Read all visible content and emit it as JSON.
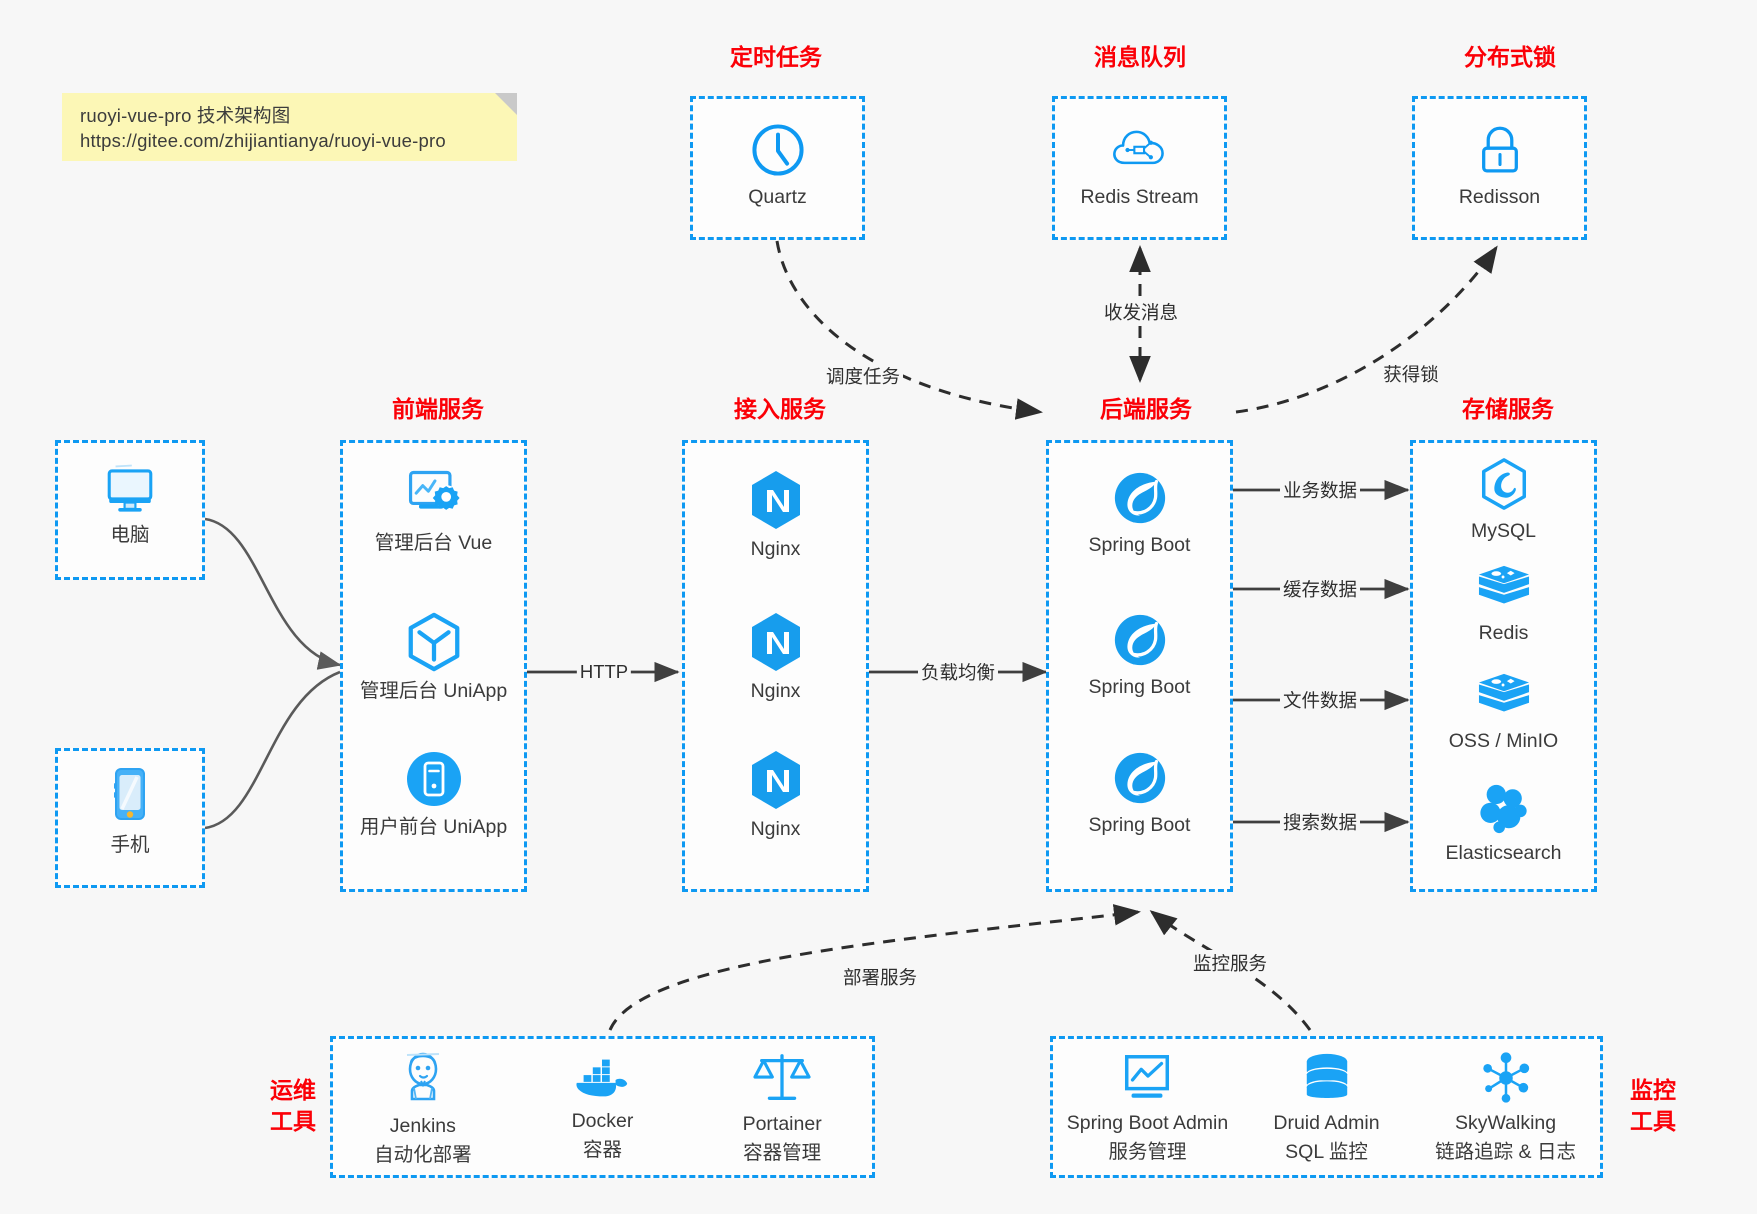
{
  "note": {
    "line1": "ruoyi-vue-pro 技术架构图",
    "line2": "https://gitee.com/zhijiantianya/ruoyi-vue-pro"
  },
  "colors": {
    "accent_blue": "#0e99f2",
    "header_red": "#fb0007",
    "note_yellow": "#fcf7b6",
    "background": "#f7f7f7",
    "arrow_dark": "#3f3f3f",
    "text": "#3b3b3b"
  },
  "groups": {
    "scheduled_task": {
      "title": "定时任务",
      "nodes": [
        {
          "label": "Quartz",
          "icon": "clock-icon"
        }
      ]
    },
    "message_queue": {
      "title": "消息队列",
      "nodes": [
        {
          "label": "Redis Stream",
          "icon": "cloud-stream-icon"
        }
      ]
    },
    "distributed_lock": {
      "title": "分布式锁",
      "nodes": [
        {
          "label": "Redisson",
          "icon": "lock-icon"
        }
      ]
    },
    "clients": {
      "nodes": [
        {
          "label": "电脑",
          "icon": "desktop-monitor-icon"
        },
        {
          "label": "手机",
          "icon": "mobile-phone-icon"
        }
      ]
    },
    "frontend": {
      "title": "前端服务",
      "nodes": [
        {
          "label": "管理后台 Vue",
          "icon": "dashboard-gear-icon"
        },
        {
          "label": "管理后台 UniApp",
          "icon": "cube-y-icon"
        },
        {
          "label": "用户前台 UniApp",
          "icon": "app-circle-icon"
        }
      ]
    },
    "gateway": {
      "title": "接入服务",
      "nodes": [
        {
          "label": "Nginx",
          "icon": "nginx-icon"
        },
        {
          "label": "Nginx",
          "icon": "nginx-icon"
        },
        {
          "label": "Nginx",
          "icon": "nginx-icon"
        }
      ]
    },
    "backend": {
      "title": "后端服务",
      "nodes": [
        {
          "label": "Spring Boot",
          "icon": "spring-boot-icon"
        },
        {
          "label": "Spring Boot",
          "icon": "spring-boot-icon"
        },
        {
          "label": "Spring Boot",
          "icon": "spring-boot-icon"
        }
      ]
    },
    "storage": {
      "title": "存储服务",
      "nodes": [
        {
          "label": "MySQL",
          "icon": "mysql-icon"
        },
        {
          "label": "Redis",
          "icon": "redis-icon"
        },
        {
          "label": "OSS / MinIO",
          "icon": "oss-minio-icon"
        },
        {
          "label": "Elasticsearch",
          "icon": "elasticsearch-icon"
        }
      ]
    },
    "devops": {
      "title_line1": "运维",
      "title_line2": "工具",
      "nodes": [
        {
          "label": "Jenkins",
          "sub": "自动化部署",
          "icon": "jenkins-icon"
        },
        {
          "label": "Docker",
          "sub": "容器",
          "icon": "docker-icon"
        },
        {
          "label": "Portainer",
          "sub": "容器管理",
          "icon": "scales-icon"
        }
      ]
    },
    "monitoring": {
      "title_line1": "监控",
      "title_line2": "工具",
      "nodes": [
        {
          "label": "Spring Boot Admin",
          "sub": "服务管理",
          "icon": "monitor-chart-icon"
        },
        {
          "label": "Druid Admin",
          "sub": "SQL 监控",
          "icon": "database-icon"
        },
        {
          "label": "SkyWalking",
          "sub": "链路追踪 & 日志",
          "icon": "skywalking-icon"
        }
      ]
    }
  },
  "edges": [
    {
      "name": "http",
      "label": "HTTP"
    },
    {
      "name": "load-balance",
      "label": "负载均衡"
    },
    {
      "name": "business-data",
      "label": "业务数据"
    },
    {
      "name": "cache-data",
      "label": "缓存数据"
    },
    {
      "name": "file-data",
      "label": "文件数据"
    },
    {
      "name": "search-data",
      "label": "搜索数据"
    },
    {
      "name": "schedule-task",
      "label": "调度任务"
    },
    {
      "name": "send-receive-message",
      "label": "收发消息"
    },
    {
      "name": "acquire-lock",
      "label": "获得锁"
    },
    {
      "name": "deploy-service",
      "label": "部署服务"
    },
    {
      "name": "monitor-service",
      "label": "监控服务"
    }
  ]
}
